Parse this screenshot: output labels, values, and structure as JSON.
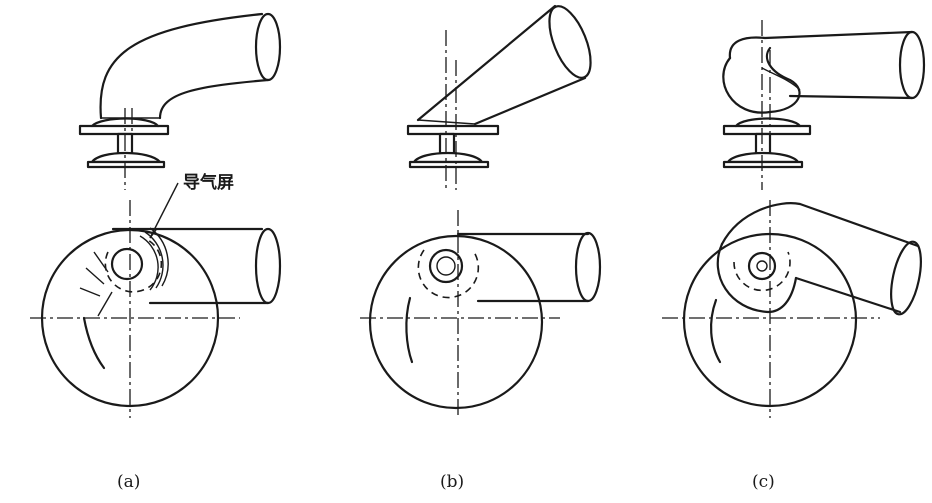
{
  "annotation": "导气屏",
  "captions": [
    "(a)",
    "(b)",
    "(c)"
  ]
}
